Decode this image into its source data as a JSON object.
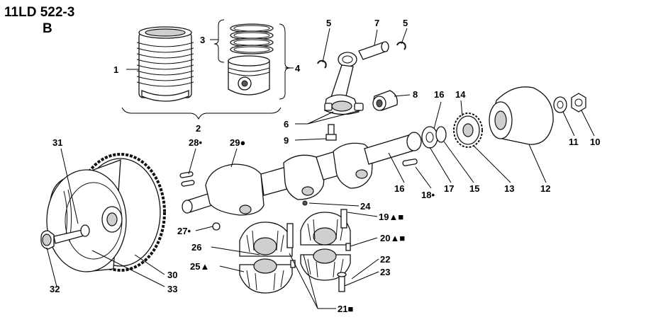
{
  "title": {
    "model": "11LD 522-3",
    "variant": "B"
  },
  "callouts": [
    {
      "id": "c1",
      "text": "1"
    },
    {
      "id": "c2",
      "text": "2"
    },
    {
      "id": "c3",
      "text": "3"
    },
    {
      "id": "c4",
      "text": "4"
    },
    {
      "id": "c5a",
      "text": "5"
    },
    {
      "id": "c5b",
      "text": "5"
    },
    {
      "id": "c6",
      "text": "6"
    },
    {
      "id": "c7",
      "text": "7"
    },
    {
      "id": "c8",
      "text": "8"
    },
    {
      "id": "c9",
      "text": "9"
    },
    {
      "id": "c10",
      "text": "10"
    },
    {
      "id": "c11",
      "text": "11"
    },
    {
      "id": "c12",
      "text": "12"
    },
    {
      "id": "c13",
      "text": "13"
    },
    {
      "id": "c14",
      "text": "14"
    },
    {
      "id": "c15",
      "text": "15"
    },
    {
      "id": "c16a",
      "text": "16"
    },
    {
      "id": "c16b",
      "text": "16"
    },
    {
      "id": "c17",
      "text": "17"
    },
    {
      "id": "c18",
      "text": "18•"
    },
    {
      "id": "c19",
      "text": "19▲■"
    },
    {
      "id": "c20",
      "text": "20▲■"
    },
    {
      "id": "c21",
      "text": "21■"
    },
    {
      "id": "c22",
      "text": "22"
    },
    {
      "id": "c23",
      "text": "23"
    },
    {
      "id": "c24",
      "text": "24"
    },
    {
      "id": "c25",
      "text": "25▲"
    },
    {
      "id": "c26",
      "text": "26"
    },
    {
      "id": "c27",
      "text": "27•"
    },
    {
      "id": "c28",
      "text": "28•"
    },
    {
      "id": "c29",
      "text": "29●"
    },
    {
      "id": "c30",
      "text": "30"
    },
    {
      "id": "c31",
      "text": "31"
    },
    {
      "id": "c32",
      "text": "32"
    },
    {
      "id": "c33",
      "text": "33"
    }
  ]
}
